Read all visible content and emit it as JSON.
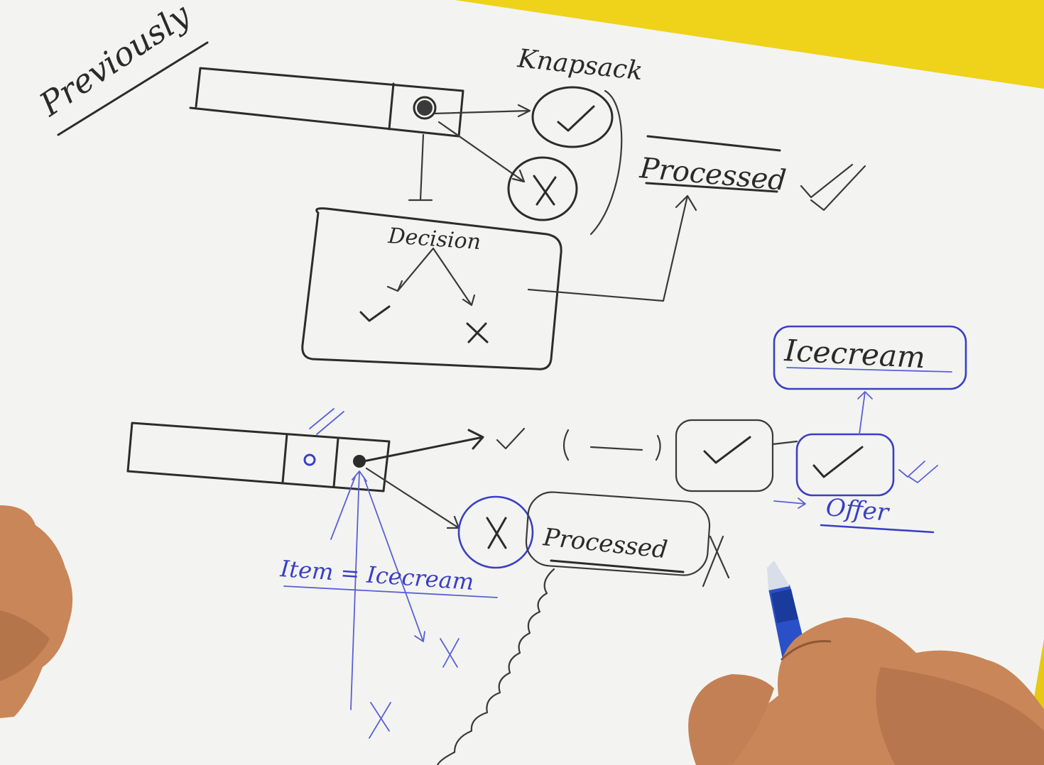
{
  "colors": {
    "paper": "#f3f4f1",
    "yellow_background": "#efd21a",
    "black_ink": "#2c2c2c",
    "blue_ink": "#3b3fc4",
    "skin": "#c98659"
  },
  "labels": {
    "previously": "Previously",
    "knapsack": "Knapsack",
    "processed_top": "Processed",
    "decision": "Decision",
    "icecream_box": "Icecream",
    "processed_bottom": "Processed",
    "offer": "Offer",
    "item_icecream": "Item = Icecream"
  }
}
